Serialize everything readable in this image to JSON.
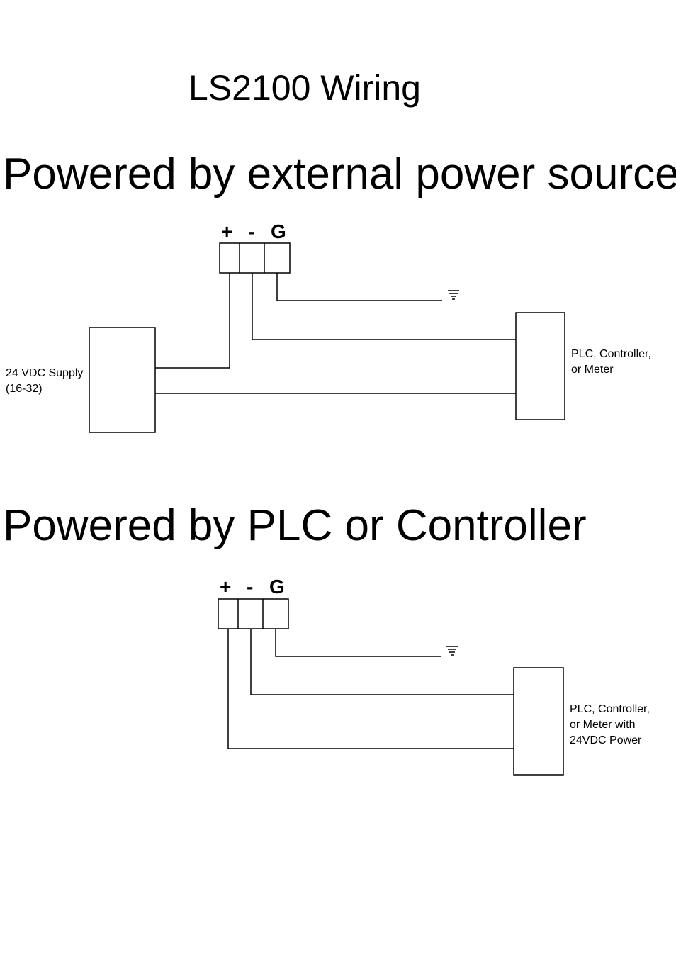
{
  "title": "LS2100 Wiring",
  "diagram1": {
    "heading": "Powered by external power source",
    "terminals": [
      "+",
      "-",
      "G"
    ],
    "supply_label_line1": "24 VDC Supply",
    "supply_label_line2": "(16-32)",
    "device_label_line1": "PLC, Controller,",
    "device_label_line2": "or Meter"
  },
  "diagram2": {
    "heading": "Powered by PLC or Controller",
    "terminals": [
      "+",
      "-",
      "G"
    ],
    "device_label_line1": "PLC, Controller,",
    "device_label_line2": "or Meter with",
    "device_label_line3": "24VDC Power"
  },
  "icons": [
    "ground-icon"
  ]
}
